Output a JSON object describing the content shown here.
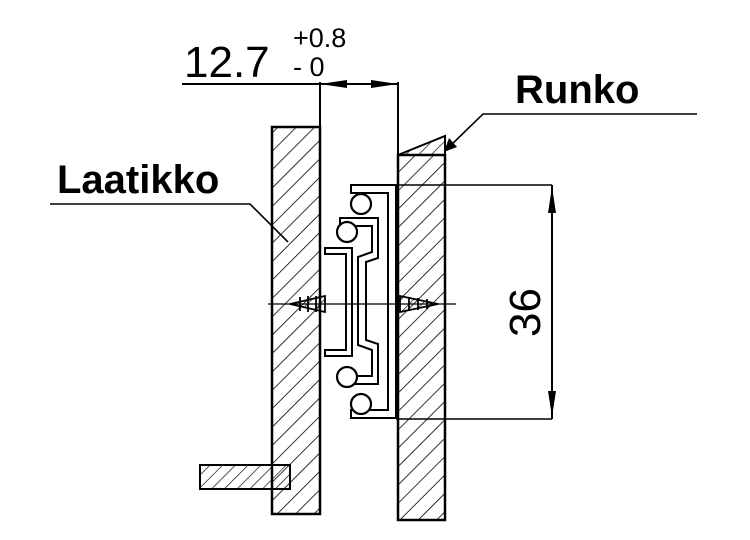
{
  "labels": {
    "drawer": "Laatikko",
    "frame": "Runko"
  },
  "dimensions": {
    "gap_value": "12.7",
    "gap_tol_plus": "+0.8",
    "gap_tol_minus": "- 0",
    "rail_height": "36"
  },
  "colors": {
    "stroke": "#000000",
    "background": "#ffffff"
  }
}
